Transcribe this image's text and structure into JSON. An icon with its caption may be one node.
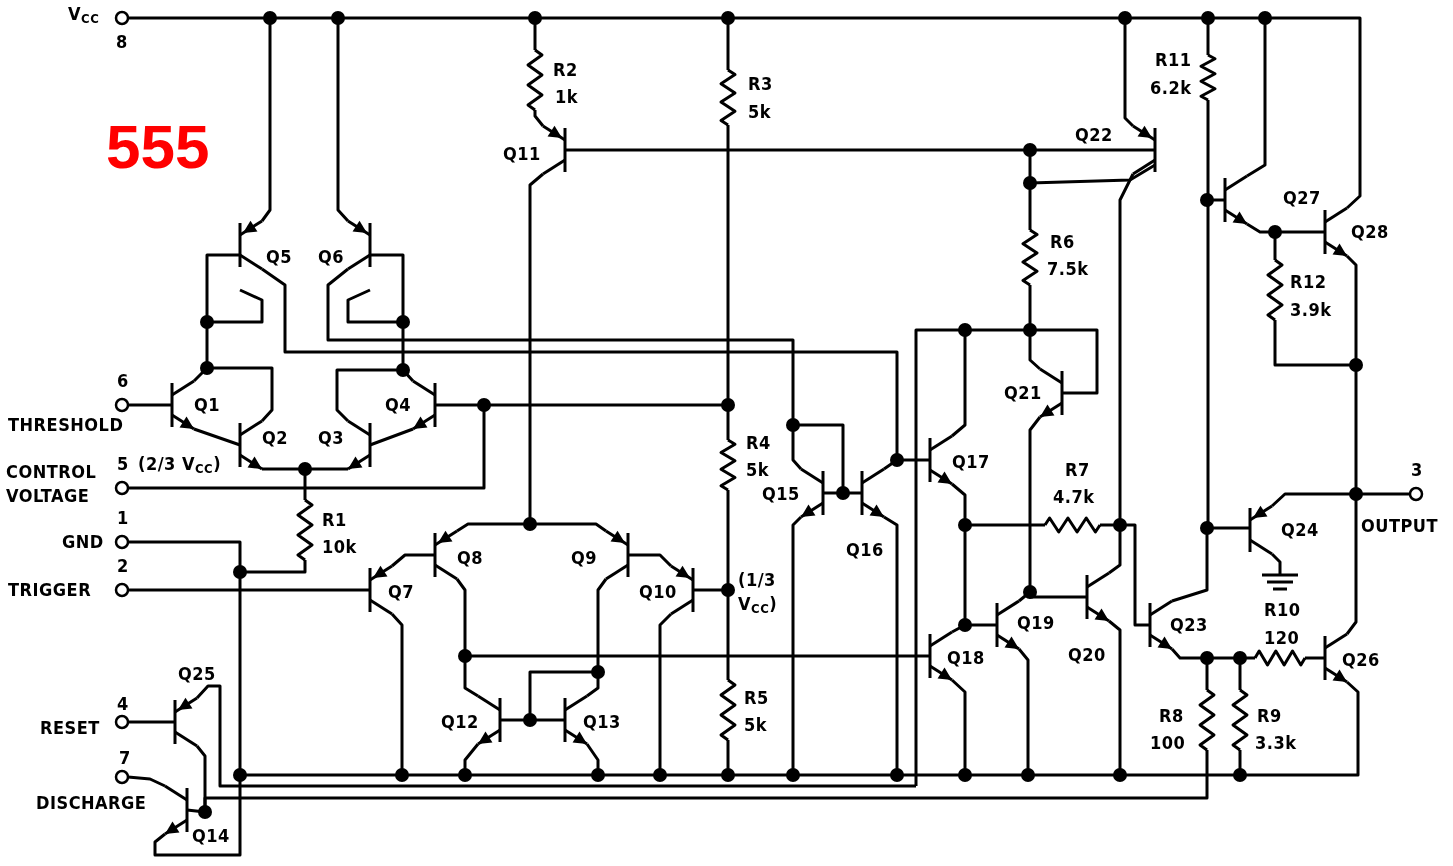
{
  "diagram": {
    "title": "555",
    "labels": [
      "V$_{CC}$",
      "8",
      "R2",
      "1k",
      "Q11",
      "R3",
      "5k",
      "Q22",
      "R11",
      "6.2k",
      "Q27",
      "Q28",
      "Q5",
      "Q6",
      "R6",
      "7.5k",
      "R12",
      "3.9k",
      "6",
      "THRESHOLD",
      "Q1",
      "Q4",
      "Q21",
      "Q2",
      "Q3",
      "R4",
      "5k",
      "Q17",
      "CONTROL VOLTAGE",
      "5",
      "(2/3 V$_{CC}$)",
      "R7",
      "4.7k",
      "3",
      "Q15",
      "Q16",
      "OUTPUT",
      "1",
      "GND",
      "R1",
      "10k",
      "Q8",
      "Q9",
      "Q24",
      "2",
      "TRIGGER",
      "Q7",
      "Q10",
      "(1/3 V$_{CC}$)",
      "Q23",
      "R10",
      "120",
      "Q19",
      "Q18",
      "Q20",
      "Q26",
      "Q25",
      "4",
      "RESET",
      "Q12",
      "Q13",
      "R5",
      "5k",
      "R8",
      "100",
      "R9",
      "3.3k",
      "7",
      "DISCHARGE",
      "Q14"
    ]
  }
}
